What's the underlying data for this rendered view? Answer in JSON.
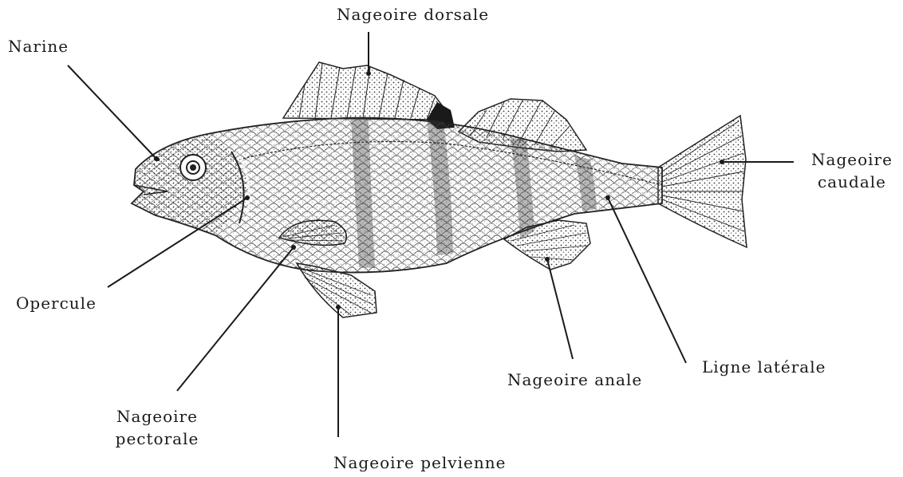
{
  "labels": {
    "narine": "Narine",
    "nageoire_dorsale": "Nageoire dorsale",
    "nageoire_caudale_1": "Nageoire",
    "nageoire_caudale_2": "caudale",
    "opercule": "Opercule",
    "nageoire_pectorale_1": "Nageoire",
    "nageoire_pectorale_2": "pectorale",
    "nageoire_pelvienne": "Nageoire pelvienne",
    "nageoire_anale": "Nageoire anale",
    "ligne_laterale": "Ligne latérale"
  },
  "colors": {
    "ink": "#1a1a1a",
    "paper": "#ffffff",
    "shade": "#9a9a9a"
  }
}
